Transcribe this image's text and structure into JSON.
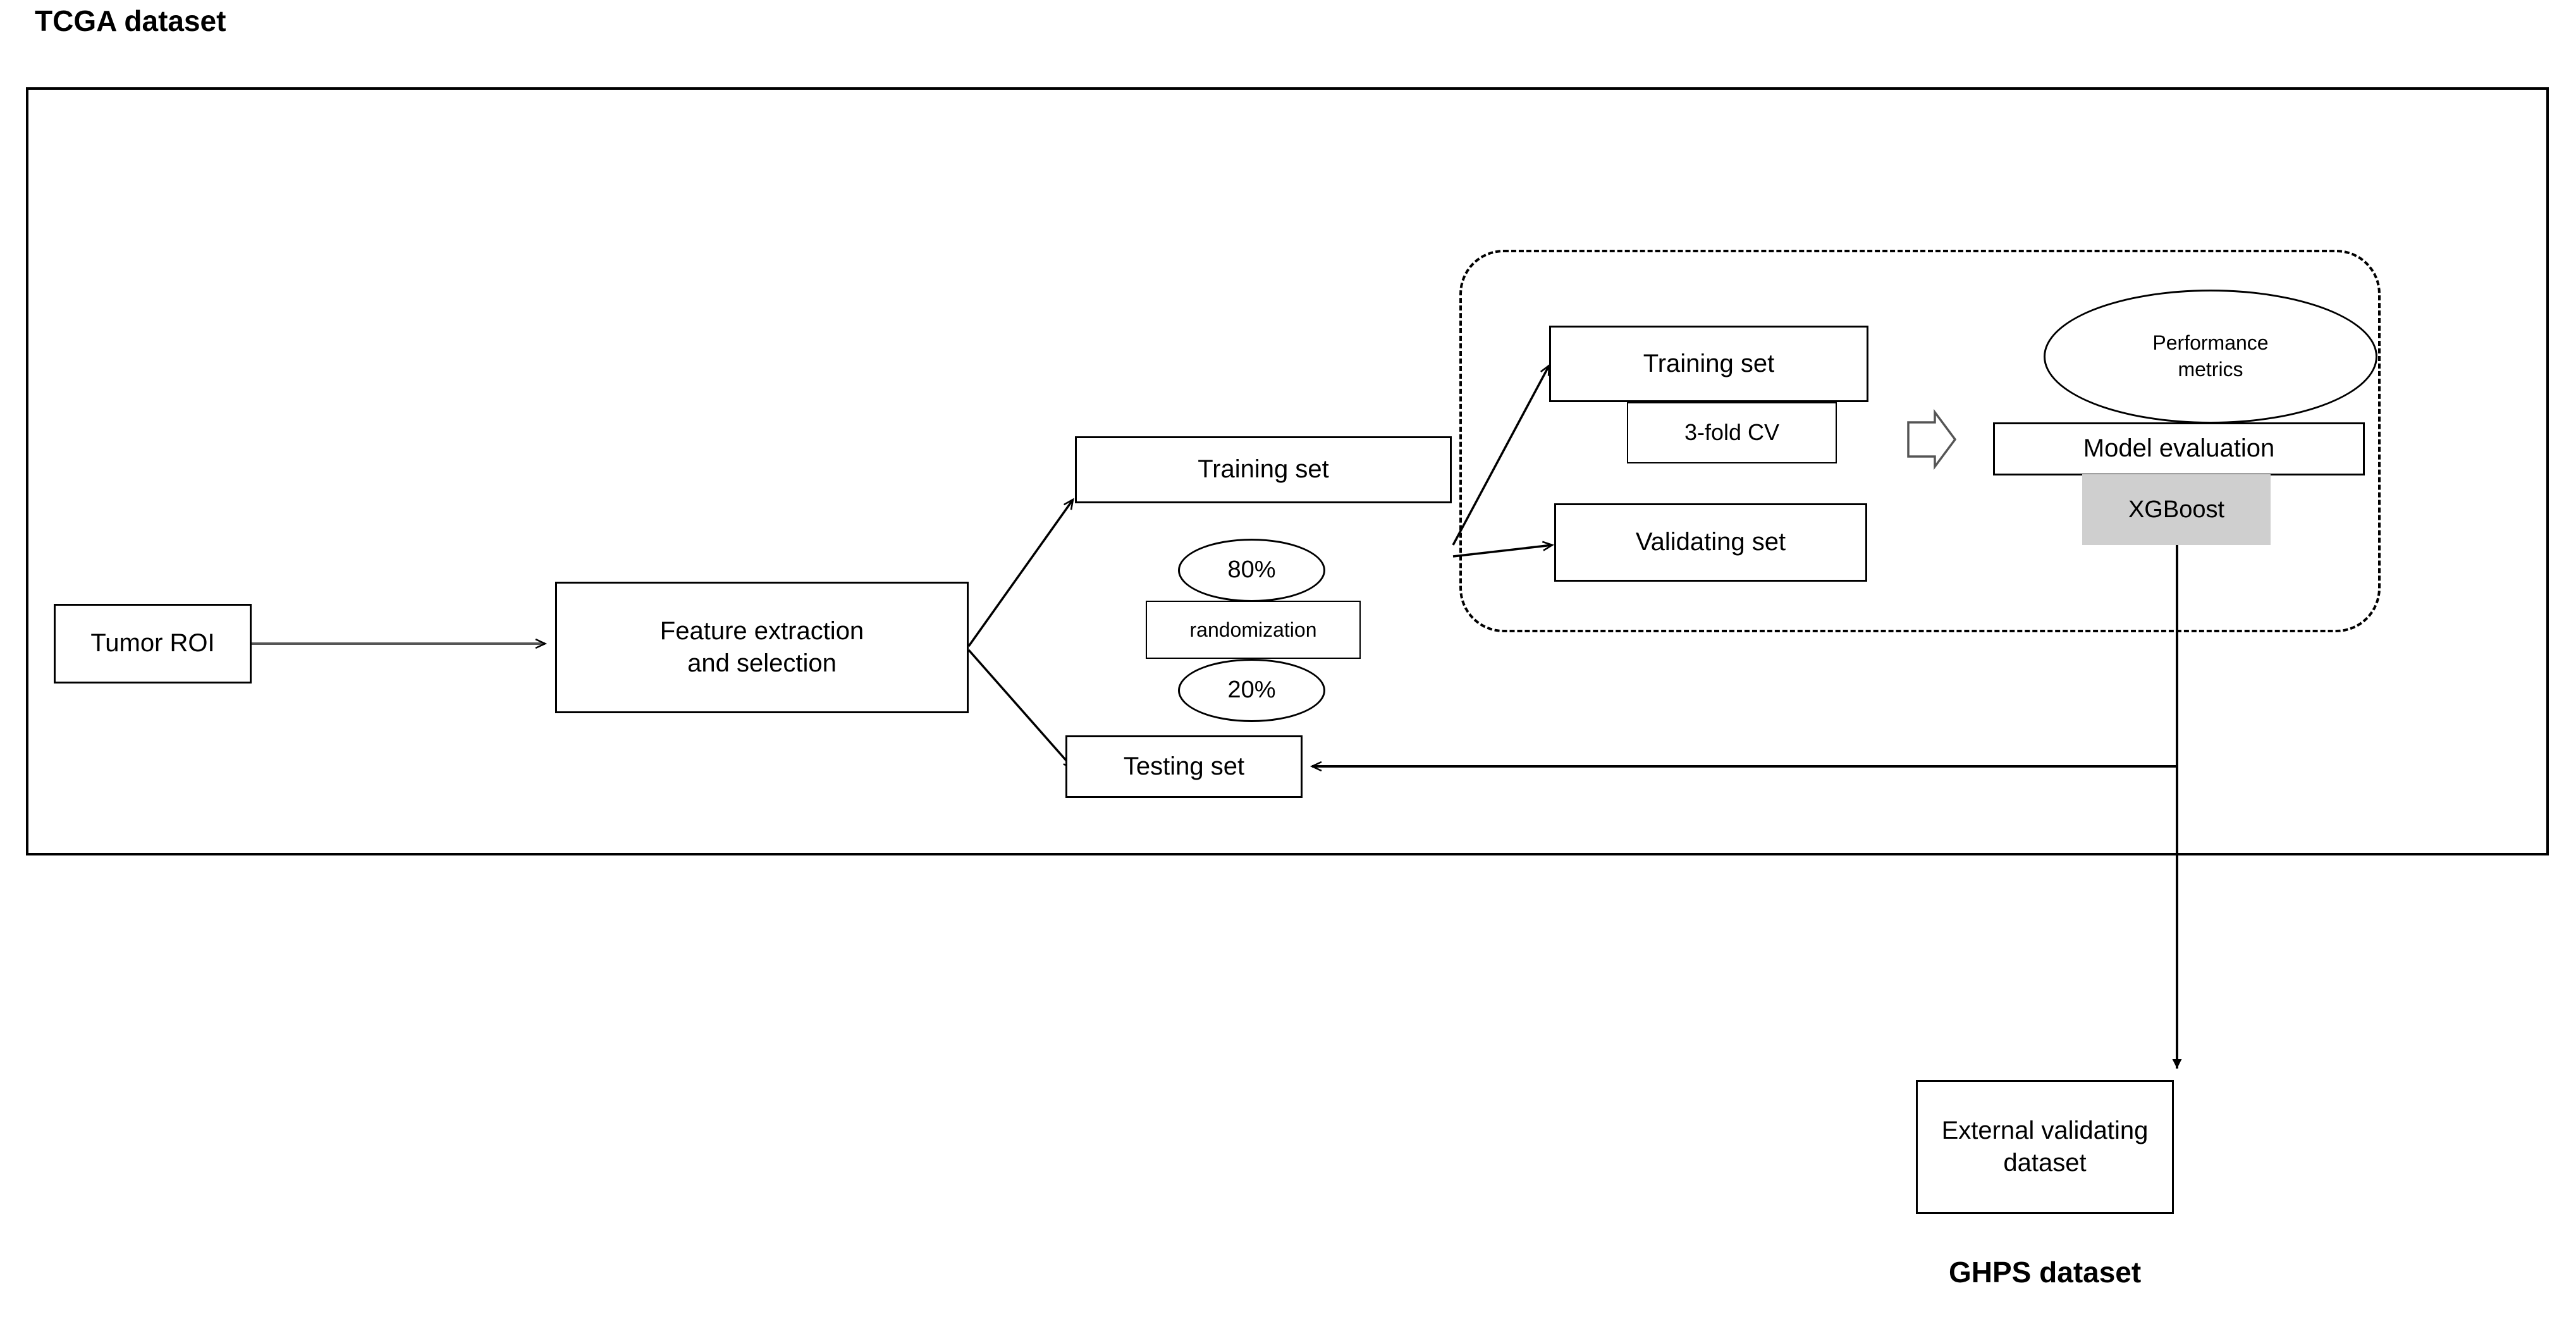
{
  "labels": {
    "tcga_title": "TCGA dataset",
    "ghps_title": "GHPS dataset"
  },
  "nodes": {
    "tumor_roi": "Tumor ROI",
    "feature_extraction": "Feature extraction\nand selection",
    "training_set_outer": "Training set",
    "split_train_pct": "80%",
    "randomization": "randomization",
    "split_test_pct": "20%",
    "testing_set": "Testing set",
    "training_set_inner": "Training set",
    "cv_fold": "3-fold CV",
    "validating_set": "Validating set",
    "performance_metrics": "Performance\nmetrics",
    "model_evaluation": "Model evaluation",
    "xgboost": "XGBoost",
    "external_validating_dataset": "External validating\ndataset"
  },
  "colors": {
    "stroke": "#000000",
    "background": "#ffffff",
    "xgboost_fill": "#cfcfcf"
  },
  "icons": {
    "block_arrow": "block-arrow-right-icon"
  }
}
